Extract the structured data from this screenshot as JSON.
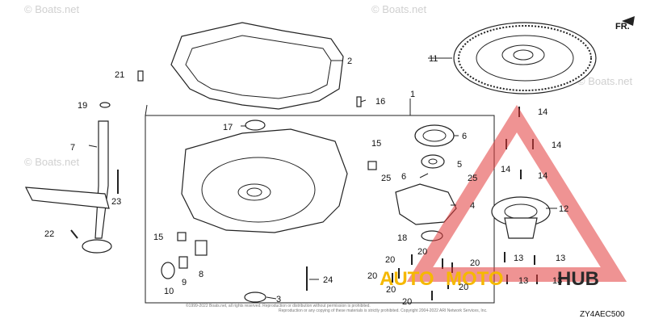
{
  "watermark": {
    "text": "© Boats.net"
  },
  "direction_label": "FR.",
  "diagram_code": "ZY4AEC500",
  "footer_lines": [
    "©1999-2022 Boats.net, all rights reserved. Reproduction or distribution without permission is prohibited.",
    "Reproduction or any copying of these materials is strictly prohibited. Copyright 2004-2022 ARI Network Services, Inc."
  ],
  "brand": {
    "part1": "AUTO",
    "part2": "MOTO",
    "part3": "HUB",
    "color_orange": "#f5b800",
    "color_dark": "#2a2a2a",
    "triangle_color": "#e23a3a"
  },
  "callouts": [
    {
      "id": "c1",
      "label": "1"
    },
    {
      "id": "c2",
      "label": "2"
    },
    {
      "id": "c3",
      "label": "3"
    },
    {
      "id": "c4",
      "label": "4"
    },
    {
      "id": "c5",
      "label": "5"
    },
    {
      "id": "c6",
      "label": "6"
    },
    {
      "id": "c6b",
      "label": "6"
    },
    {
      "id": "c7",
      "label": "7"
    },
    {
      "id": "c8",
      "label": "8"
    },
    {
      "id": "c9",
      "label": "9"
    },
    {
      "id": "c10",
      "label": "10"
    },
    {
      "id": "c11",
      "label": "11"
    },
    {
      "id": "c12",
      "label": "12"
    },
    {
      "id": "c13a",
      "label": "13"
    },
    {
      "id": "c13b",
      "label": "13"
    },
    {
      "id": "c13c",
      "label": "13"
    },
    {
      "id": "c13d",
      "label": "13"
    },
    {
      "id": "c14a",
      "label": "14"
    },
    {
      "id": "c14b",
      "label": "14"
    },
    {
      "id": "c14c",
      "label": "14"
    },
    {
      "id": "c14d",
      "label": "14"
    },
    {
      "id": "c15a",
      "label": "15"
    },
    {
      "id": "c15b",
      "label": "15"
    },
    {
      "id": "c16",
      "label": "16"
    },
    {
      "id": "c17",
      "label": "17"
    },
    {
      "id": "c18",
      "label": "18"
    },
    {
      "id": "c19",
      "label": "19"
    },
    {
      "id": "c20a",
      "label": "20"
    },
    {
      "id": "c20b",
      "label": "20"
    },
    {
      "id": "c20c",
      "label": "20"
    },
    {
      "id": "c20d",
      "label": "20"
    },
    {
      "id": "c20e",
      "label": "20"
    },
    {
      "id": "c20f",
      "label": "20"
    },
    {
      "id": "c20g",
      "label": "20"
    },
    {
      "id": "c21",
      "label": "21"
    },
    {
      "id": "c22",
      "label": "22"
    },
    {
      "id": "c23",
      "label": "23"
    },
    {
      "id": "c24",
      "label": "24"
    },
    {
      "id": "c25a",
      "label": "25"
    },
    {
      "id": "c25b",
      "label": "25"
    }
  ]
}
